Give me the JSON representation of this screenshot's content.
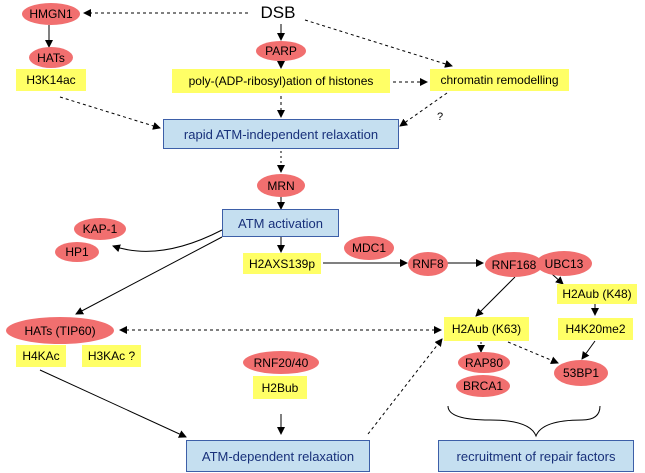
{
  "diagram": {
    "colors": {
      "protein": "#f16f6f",
      "histone_mark": "#ffff66",
      "process": "#c5dff0",
      "process_border": "#3d5fa8",
      "arrow": "#000000"
    },
    "nodes": {
      "dsb": "DSB",
      "hmgn1": "HMGN1",
      "hats": "HATs",
      "h3k14ac": "H3K14ac",
      "parp": "PARP",
      "poly_adp": "poly-(ADP-ribosyl)ation of histones",
      "chromatin_remodelling": "chromatin remodelling",
      "question_mark": "?",
      "rapid_relaxation": "rapid ATM-independent relaxation",
      "mrn": "MRN",
      "atm_activation": "ATM activation",
      "kap1": "KAP-1",
      "hp1": "HP1",
      "h2axs139p": "H2AXS139p",
      "mdc1": "MDC1",
      "rnf8": "RNF8",
      "rnf168": "RNF168",
      "ubc13": "UBC13",
      "h2aub_k48": "H2Aub (K48)",
      "hats_tip60": "HATs (TIP60)",
      "h4kac": "H4KAc",
      "h3kac": "H3KAc ?",
      "h2aub_k63": "H2Aub (K63)",
      "h4k20me2": "H4K20me2",
      "rnf20_40": "RNF20/40",
      "h2bub": "H2Bub",
      "rap80": "RAP80",
      "brca1": "BRCA1",
      "bp53": "53BP1",
      "atm_dependent": "ATM-dependent relaxation",
      "recruitment": "recruitment of repair factors"
    }
  }
}
